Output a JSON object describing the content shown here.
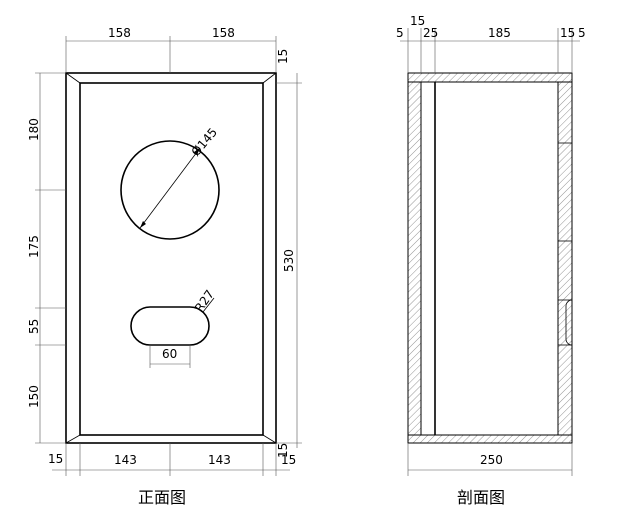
{
  "front_view": {
    "caption": "正面图",
    "dims": {
      "top_left": "158",
      "top_right": "158",
      "top_thickness": "15",
      "left_1": "180",
      "left_2": "175",
      "left_3": "55",
      "left_4": "150",
      "right_height": "530",
      "bottom_left_thk": "15",
      "bottom_left": "143",
      "bottom_right": "143",
      "bottom_right_thk": "15",
      "bottom_right_thk2": "15",
      "circle": "Ø145",
      "slot_radius": "R27",
      "slot_width": "60"
    }
  },
  "section_view": {
    "caption": "剖面图",
    "dims": {
      "t1": "5",
      "t2": "15",
      "t3": "25",
      "t4": "185",
      "t5": "15",
      "t6": "5",
      "bottom": "250"
    }
  }
}
